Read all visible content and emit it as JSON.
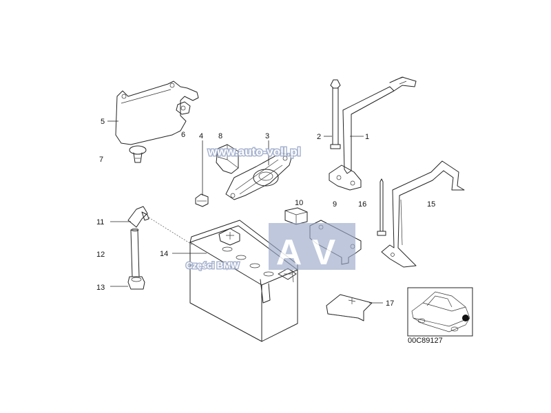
{
  "diagram": {
    "drawing_number": "00C89127",
    "callouts": [
      {
        "id": "c1",
        "text": "1"
      },
      {
        "id": "c2",
        "text": "2"
      },
      {
        "id": "c3",
        "text": "3"
      },
      {
        "id": "c4",
        "text": "4"
      },
      {
        "id": "c5",
        "text": "5"
      },
      {
        "id": "c6",
        "text": "6"
      },
      {
        "id": "c7",
        "text": "7"
      },
      {
        "id": "c8",
        "text": "8"
      },
      {
        "id": "c9",
        "text": "9"
      },
      {
        "id": "c10",
        "text": "10"
      },
      {
        "id": "c11",
        "text": "11"
      },
      {
        "id": "c12",
        "text": "12"
      },
      {
        "id": "c13",
        "text": "13"
      },
      {
        "id": "c14",
        "text": "14"
      },
      {
        "id": "c15",
        "text": "15"
      },
      {
        "id": "c16",
        "text": "16"
      },
      {
        "id": "c17",
        "text": "17"
      }
    ]
  },
  "watermark": {
    "url_text": "www.auto-voll.pl",
    "logo_letters": "AV",
    "caption": "Części BMW"
  },
  "colors": {
    "line": "#222222",
    "watermark_blue": "#9aa8c8",
    "watermark_text": "#ffffff",
    "background": "#ffffff"
  }
}
